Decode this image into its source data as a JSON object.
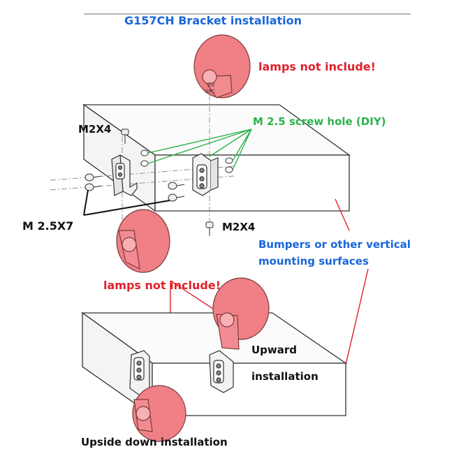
{
  "title": "G157CH  Bracket installation",
  "labels": {
    "lamps_not_include_top": "lamps not include!",
    "lamps_not_include_mid": "lamps not include!",
    "screw_hole": "M 2.5 screw hole (DIY)",
    "m2x4_top": "M2X4",
    "m2x4_mid": "M2X4",
    "m25x7": "M 2.5X7",
    "bumpers_line1": "Bumpers or other vertical",
    "bumpers_line2": "mounting surfaces",
    "upward_line1": "Upward",
    "upward_line2": "installation",
    "upside_down": "Upside down installation",
    "lamp_mark": "20",
    "lamp_brand": "GRC"
  },
  "colors": {
    "title": "#1a66d9",
    "warning": "#e0202a",
    "screw_hole": "#2bb34a",
    "lamp_fill": "#f07f86",
    "lamp_stroke": "#7a3a3a",
    "outline": "#333333"
  }
}
